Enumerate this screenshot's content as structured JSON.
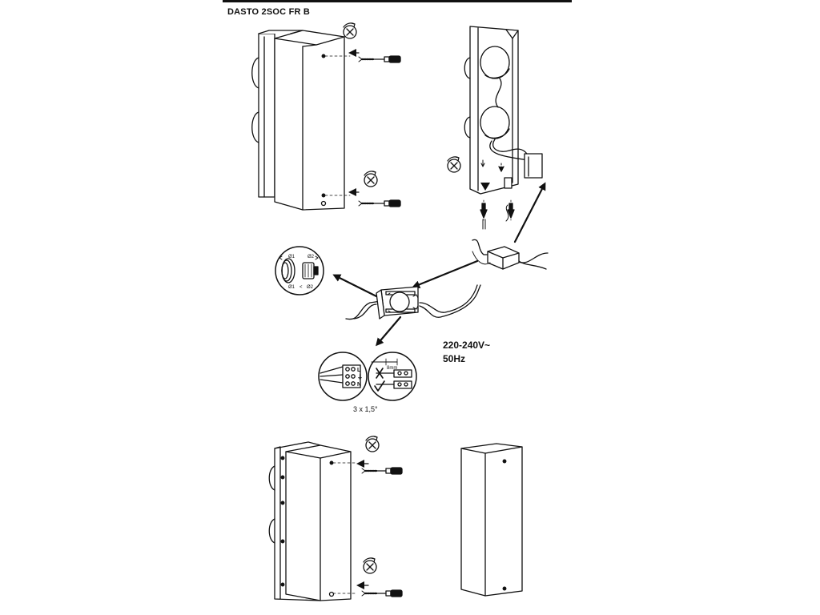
{
  "header": {
    "title": "DASTO 2SOC FR B"
  },
  "wiring": {
    "voltage_line1": "220-240V~",
    "voltage_line2": "50Hz",
    "cable_spec": "3 x 1,5°",
    "strip_length": "8mm",
    "terminals": [
      "L",
      "⏚",
      "N"
    ],
    "gland_labels": {
      "d1_top": "Ø1",
      "d2_top": "Ø2",
      "d1_bottom": "Ø1",
      "compare": "<",
      "d2_bottom": "Ø2"
    }
  },
  "icons": [
    "screwdriver-icon",
    "rotate-ccw-icon",
    "screw-icon",
    "wall-plug-icon",
    "junction-box-icon",
    "check-icon",
    "cross-icon"
  ]
}
